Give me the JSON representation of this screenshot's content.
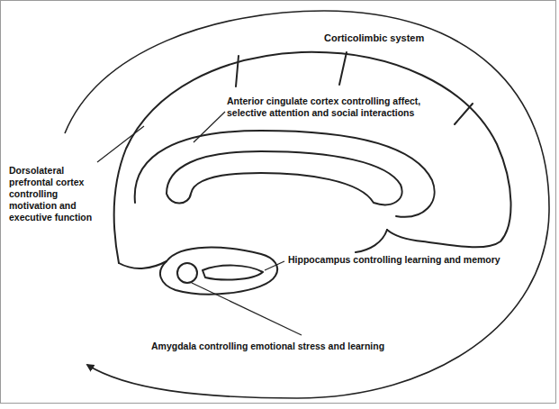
{
  "diagram": {
    "title": "Corticolimbic system",
    "labels": [
      "Dorsolateral prefrontal cortex controlling motivation and executive function",
      "Anterior cingulate cortex controlling affect, selective attention and social interactions",
      "Hippocampus controlling learning and memory",
      "Amygdala controlling emotional stress and learning"
    ]
  }
}
